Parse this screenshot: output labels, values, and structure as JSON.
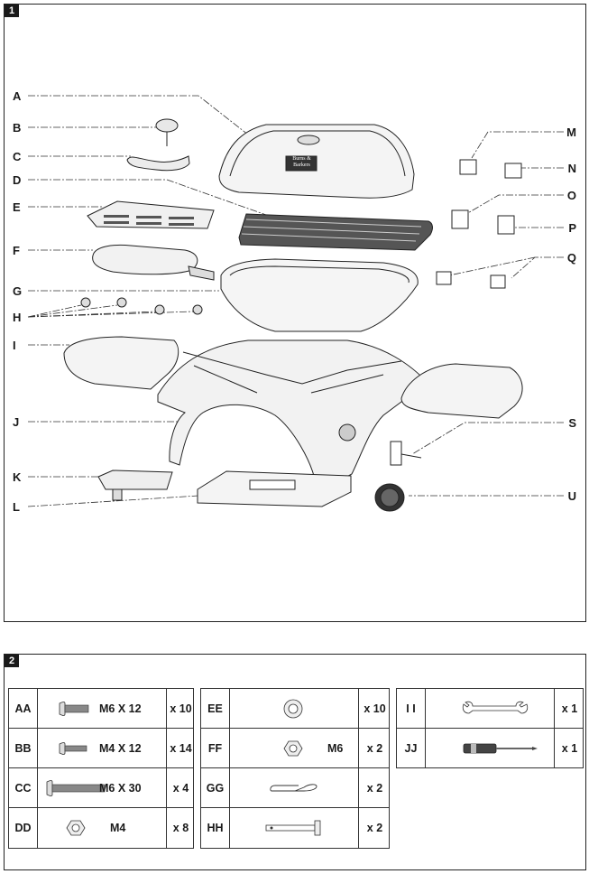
{
  "panel1": {
    "number": "1",
    "left_labels": [
      "A",
      "B",
      "C",
      "D",
      "E",
      "F",
      "G",
      "H",
      "I",
      "J",
      "K",
      "L"
    ],
    "right_labels": [
      "M",
      "N",
      "O",
      "P",
      "Q",
      "S",
      "U"
    ],
    "lid_logo_line1": "Burns &",
    "lid_logo_line2": "Barkers"
  },
  "panel2": {
    "number": "2",
    "table1": [
      {
        "code": "AA",
        "icon": "carriage-bolt-icon",
        "spec": "M6 X 12",
        "qty": "x 10"
      },
      {
        "code": "BB",
        "icon": "carriage-bolt-icon",
        "spec": "M4 X 12",
        "qty": "x 14"
      },
      {
        "code": "CC",
        "icon": "long-bolt-icon",
        "spec": "M6 X 30",
        "qty": "x 4"
      },
      {
        "code": "DD",
        "icon": "hex-nut-icon",
        "spec": "M4",
        "qty": "x 8"
      }
    ],
    "table2": [
      {
        "code": "EE",
        "icon": "washer-icon",
        "spec": "",
        "qty": "x 10"
      },
      {
        "code": "FF",
        "icon": "hex-nut-icon",
        "spec": "M6",
        "qty": "x 2"
      },
      {
        "code": "GG",
        "icon": "r-clip-icon",
        "spec": "",
        "qty": "x 2"
      },
      {
        "code": "HH",
        "icon": "clevis-pin-icon",
        "spec": "",
        "qty": "x 2"
      }
    ],
    "table3": [
      {
        "code": "I I",
        "icon": "wrench-icon",
        "qty": "x 1"
      },
      {
        "code": "JJ",
        "icon": "screwdriver-icon",
        "qty": "x 1"
      }
    ]
  }
}
